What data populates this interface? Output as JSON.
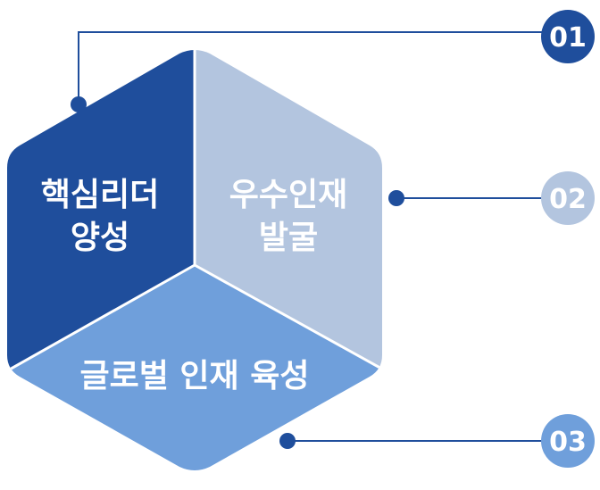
{
  "segments": {
    "core_leader": {
      "line1": "핵심리더",
      "line2": "양성",
      "color": "#1f4e9c"
    },
    "talent_discovery": {
      "line1": "우수인재",
      "line2": "발굴",
      "color": "#b3c5df"
    },
    "global_talent": {
      "line1": "글로벌 인재 육성",
      "color": "#6f9fdb"
    }
  },
  "badges": {
    "b1": {
      "text": "01",
      "color": "#1f4e9c"
    },
    "b2": {
      "text": "02",
      "color": "#b3c5df"
    },
    "b3": {
      "text": "03",
      "color": "#6f9fdb"
    }
  },
  "connector_color": "#1f4e9c"
}
